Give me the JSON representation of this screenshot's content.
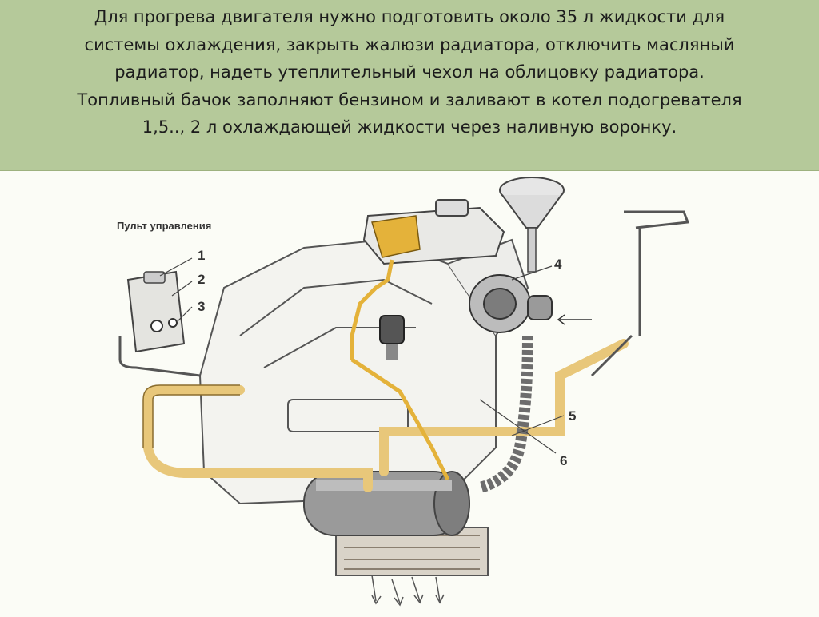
{
  "slide": {
    "text_lines": [
      "Для прогрева двигателя нужно подготовить около 35 л жидкости для",
      "системы охлаждения, закрыть жалюзи радиатора, отключить масляный",
      "радиатор, надеть утеплительный чехол на облицовку радиатора.",
      "Топливный бачок заполняют бензином и заливают в котел подогревателя",
      "1,5.., 2 л охлаждающей жидкости через наливную воронку."
    ]
  },
  "diagram": {
    "panel_title": "Пульт управления",
    "callouts": [
      "1",
      "2",
      "3",
      "4",
      "5",
      "6"
    ],
    "colors": {
      "background": "#fbfcf6",
      "header": "#b5c99a",
      "fuel_highlight": "#e4b23a",
      "pipe": "#e8c77a",
      "metal": "#9a9a9a",
      "outline": "#555555"
    }
  }
}
